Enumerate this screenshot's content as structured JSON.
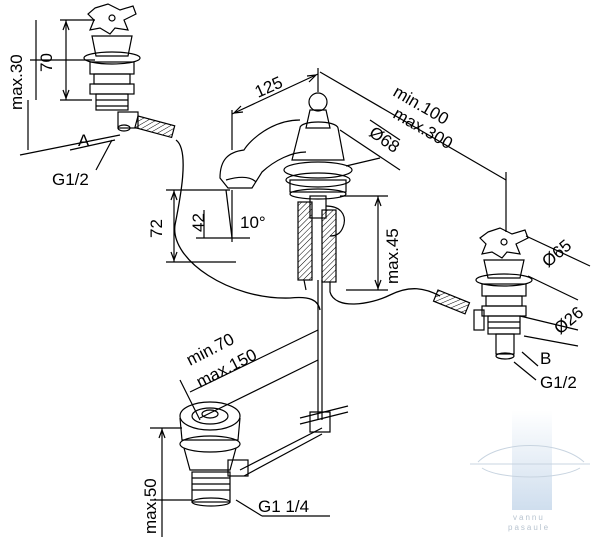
{
  "dimensions": {
    "max30": "max.30",
    "d70": "70",
    "d125": "125",
    "min100": "min.100",
    "max300": "max.300",
    "dia68": "Ø68",
    "d72": "72",
    "d42": "42",
    "deg10": "10°",
    "max45": "max.45",
    "dia65": "Ø65",
    "dia26": "Ø26",
    "min70": "min.70",
    "max150": "max.150",
    "max50": "max.50"
  },
  "labels": {
    "a": "A",
    "b": "B",
    "thread_left": "G1/2",
    "thread_right": "G1/2",
    "thread_drain": "G1 1/4"
  },
  "watermark": {
    "line1": "vannu",
    "line2": "pasaule"
  },
  "colors": {
    "line": "#000000",
    "watermark_bar": "#dce7f2"
  }
}
